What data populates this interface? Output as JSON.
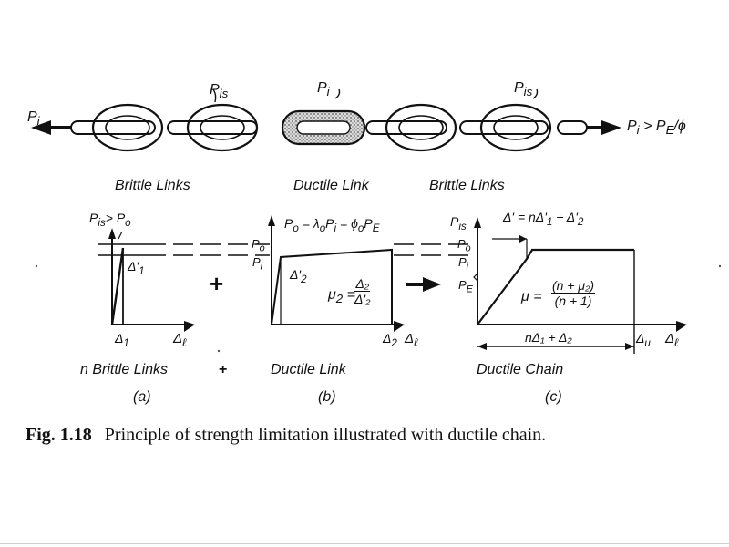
{
  "chain": {
    "left_force": "P",
    "left_force_sub": "i",
    "right_force": "P",
    "right_force_sub": "i",
    "right_force_rest": "> P",
    "right_force_rest_sub": "E",
    "right_force_tail": "/ϕ",
    "pis_left": "P",
    "pis_left_sub": "is",
    "pi_mid": "P",
    "pi_mid_sub": "i",
    "pis_right": "P",
    "pis_right_sub": "is",
    "label_brittle_left": "Brittle Links",
    "label_ductile": "Ductile Link",
    "label_brittle_right": "Brittle Links"
  },
  "panel_a": {
    "top_label": "P",
    "top_label_sub": "is",
    "top_label_gt": "> P",
    "top_label_sub2": "o",
    "delta_prime": "Δ'",
    "delta_prime_sub": "1",
    "x_delta": "Δ",
    "x_delta_sub": "1",
    "x_axis": "Δ",
    "x_axis_sub": "ℓ",
    "title": "n Brittle Links",
    "letter": "(a)"
  },
  "plus_sign": "+",
  "plus_sign_bottom": "+",
  "panel_b": {
    "equation": "P",
    "equation_sub": "o",
    "equation_rest": " = λ",
    "equation_sub2": "o",
    "equation_rest2": "P",
    "equation_sub3": "i",
    "equation_rest3": " = ϕ",
    "equation_sub4": "o",
    "equation_rest4": "P",
    "equation_sub5": "E",
    "p_o": "P",
    "p_o_sub": "o",
    "p_i": "P",
    "p_i_sub": "i",
    "delta_prime": "Δ'",
    "delta_prime_sub": "2",
    "mu_label": "μ",
    "mu_sub": "2",
    "mu_eq": "=",
    "mu_num": "Δ₂",
    "mu_den": "Δ'₂",
    "x_delta": "Δ",
    "x_delta_sub": "2",
    "x_axis": "Δ",
    "x_axis_sub": "ℓ",
    "title": "Ductile Link",
    "letter": "(b)"
  },
  "panel_c": {
    "p_is": "P",
    "p_is_sub": "is",
    "delta_eq": "Δ' = nΔ'",
    "delta_eq_sub1": "1",
    "delta_eq_rest": " + Δ'",
    "delta_eq_sub2": "2",
    "p_o": "P",
    "p_o_sub": "o",
    "p_i": "P",
    "p_i_sub": "i",
    "p_e": "P",
    "p_e_sub": "E",
    "mu_label": "μ =",
    "mu_num": "(n + μ₂)",
    "mu_den": "(n + 1)",
    "dim_label": "nΔ₁ + Δ₂",
    "x_delta_u": "Δ",
    "x_delta_u_sub": "u",
    "x_axis": "Δ",
    "x_axis_sub": "ℓ",
    "title": "Ductile Chain",
    "letter": "(c)"
  },
  "caption": {
    "number": "Fig. 1.18",
    "text": "Principle of strength limitation illustrated with ductile chain."
  }
}
